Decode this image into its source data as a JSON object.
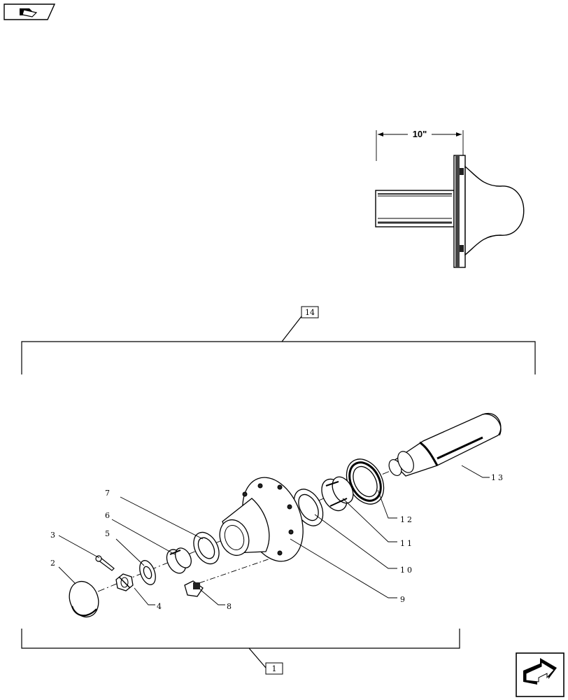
{
  "nav": {
    "top_icon": "back-to-index-icon",
    "bottom_icon": "next-page-arrow-icon"
  },
  "dimension": {
    "label": "10\""
  },
  "group_labels": {
    "top": "14",
    "bottom": "1"
  },
  "callouts": {
    "c2": "2",
    "c3": "3",
    "c4": "4",
    "c5": "5",
    "c6": "6",
    "c7": "7",
    "c8": "8",
    "c9": "9",
    "c10": "10",
    "c11": "11",
    "c12": "12",
    "c13": "13"
  }
}
